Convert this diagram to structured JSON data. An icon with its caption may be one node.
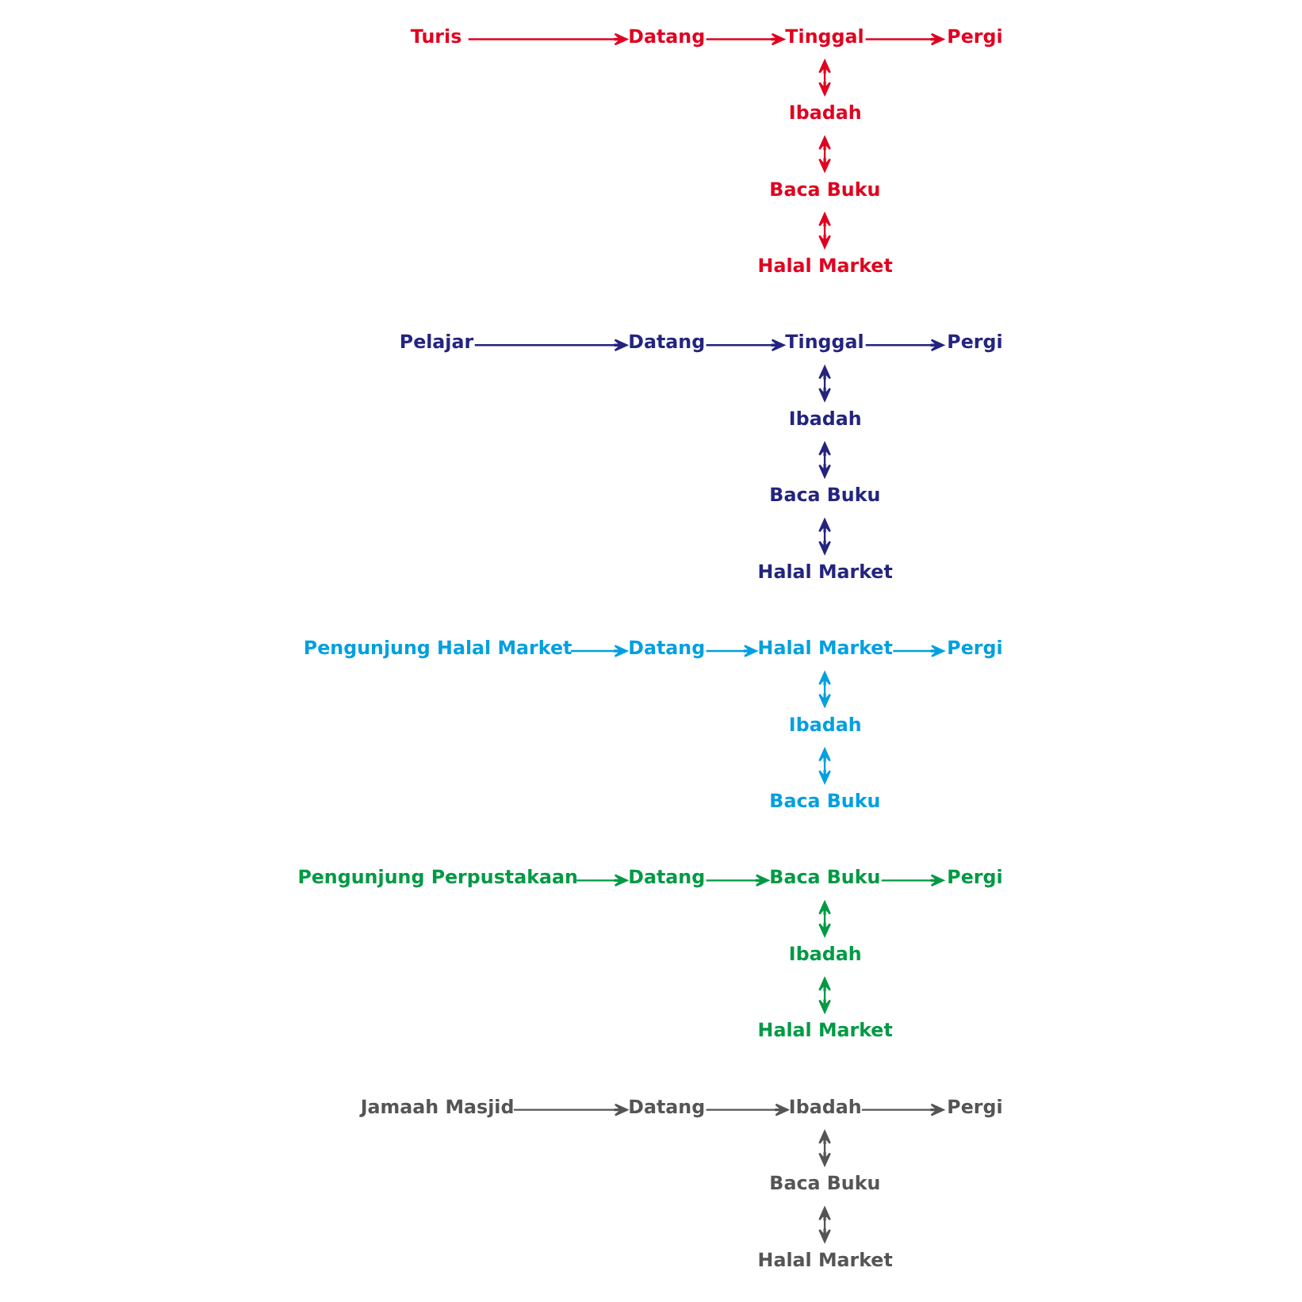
{
  "diagram": {
    "nodes": [
      {
        "text": [
          "Jamaah Masjid"
        ]
      },
      {
        "text": [
          "Datang"
        ]
      },
      {
        "text": [
          "Ibadah"
        ]
      },
      {
        "text": [
          "Pergi"
        ]
      },
      {
        "text": [
          "Baca Buku"
        ]
      },
      {
        "text": [
          "Halal Market"
        ]
      },
      {
        "text": [
          "Pengunjung Perpustakaan"
        ]
      },
      {
        "text": [
          "Datang"
        ]
      },
      {
        "text": [
          "Baca Buku"
        ]
      },
      {
        "text": [
          "Pergi"
        ]
      },
      {
        "text": [
          "Ibadah"
        ]
      },
      {
        "text": [
          "Halal Market"
        ]
      },
      {
        "text": [
          "Pengunjung Halal Market"
        ]
      },
      {
        "text": [
          "Datang"
        ]
      },
      {
        "text": [
          "Halal Market"
        ]
      },
      {
        "text": [
          "Pergi"
        ]
      },
      {
        "text": [
          "Ibadah"
        ]
      },
      {
        "text": [
          "Baca Buku"
        ]
      },
      {
        "text": [
          "Pelajar"
        ]
      },
      {
        "text": [
          "Datang"
        ]
      },
      {
        "text": [
          "Tinggal"
        ]
      },
      {
        "text": [
          "Pergi"
        ]
      },
      {
        "text": [
          "Ibadah"
        ]
      },
      {
        "text": [
          "Baca Buku"
        ]
      },
      {
        "text": [
          "Halal Market"
        ]
      },
      {
        "text": [
          "Turis"
        ]
      },
      {
        "text": [
          "Datang"
        ]
      },
      {
        "text": [
          "Tinggal"
        ]
      },
      {
        "text": [
          "Pergi"
        ]
      },
      {
        "text": [
          "Ibadah"
        ]
      },
      {
        "text": [
          "Baca Buku"
        ]
      },
      {
        "text": [
          "Halal Market"
        ]
      }
    ],
    "edges": [
      {
        "from": 0,
        "to": 1,
        "arrow": "to",
        "color": "#555555"
      },
      {
        "from": 1,
        "to": 2,
        "arrow": "to",
        "color": "#555555"
      },
      {
        "from": 2,
        "to": 3,
        "arrow": "to",
        "color": "#555555"
      },
      {
        "from": 2,
        "to": 4,
        "arrow": "both",
        "color": "#555555"
      },
      {
        "from": 4,
        "to": 5,
        "arrow": "both",
        "color": "#555555"
      },
      {
        "from": 6,
        "to": 7,
        "arrow": "to",
        "color": "#009a44"
      },
      {
        "from": 7,
        "to": 8,
        "arrow": "to",
        "color": "#009a44"
      },
      {
        "from": 8,
        "to": 9,
        "arrow": "to",
        "color": "#009a44"
      },
      {
        "from": 8,
        "to": 10,
        "arrow": "both",
        "color": "#009a44"
      },
      {
        "from": 10,
        "to": 11,
        "arrow": "both",
        "color": "#009a44"
      },
      {
        "from": 12,
        "to": 13,
        "arrow": "to",
        "color": "#00a0e0"
      },
      {
        "from": 13,
        "to": 14,
        "arrow": "to",
        "color": "#00a0e0"
      },
      {
        "from": 14,
        "to": 15,
        "arrow": "to",
        "color": "#00a0e0"
      },
      {
        "from": 14,
        "to": 16,
        "arrow": "both",
        "color": "#00a0e0"
      },
      {
        "from": 16,
        "to": 17,
        "arrow": "both",
        "color": "#00a0e0"
      },
      {
        "from": 18,
        "to": 19,
        "arrow": "to",
        "color": "#24247f"
      },
      {
        "from": 19,
        "to": 20,
        "arrow": "to",
        "color": "#24247f"
      },
      {
        "from": 20,
        "to": 21,
        "arrow": "to",
        "color": "#24247f"
      },
      {
        "from": 20,
        "to": 22,
        "arrow": "both",
        "color": "#24247f"
      },
      {
        "from": 22,
        "to": 23,
        "arrow": "both",
        "color": "#24247f"
      },
      {
        "from": 23,
        "to": 24,
        "arrow": "both",
        "color": "#24247f"
      },
      {
        "from": 25,
        "to": 26,
        "arrow": "to",
        "color": "#e00020"
      },
      {
        "from": 26,
        "to": 27,
        "arrow": "to",
        "color": "#e00020"
      },
      {
        "from": 27,
        "to": 28,
        "arrow": "to",
        "color": "#e00020"
      },
      {
        "from": 27,
        "to": 29,
        "arrow": "both",
        "color": "#e00020"
      },
      {
        "from": 29,
        "to": 30,
        "arrow": "both",
        "color": "#e00020"
      },
      {
        "from": 30,
        "to": 31,
        "arrow": "both",
        "color": "#e00020"
      }
    ]
  }
}
